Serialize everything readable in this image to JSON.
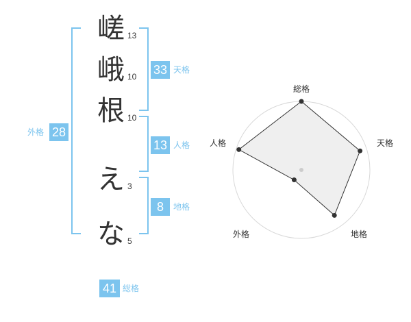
{
  "name": {
    "chars": [
      {
        "char": "嵯",
        "strokes": "13"
      },
      {
        "char": "峨",
        "strokes": "10"
      },
      {
        "char": "根",
        "strokes": "10"
      },
      {
        "char": "え",
        "strokes": "3"
      },
      {
        "char": "な",
        "strokes": "5"
      }
    ]
  },
  "kaku": {
    "tenkaku": {
      "value": "33",
      "label": "天格"
    },
    "jinkaku": {
      "value": "13",
      "label": "人格"
    },
    "chikaku": {
      "value": "8",
      "label": "地格"
    },
    "gaikaku": {
      "value": "28",
      "label": "外格"
    },
    "soukaku": {
      "value": "41",
      "label": "総格"
    }
  },
  "colors": {
    "accent": "#7cc4ee",
    "text": "#333333",
    "radar_fill": "#efefef",
    "ring": "#d8d8d8"
  },
  "chart_data": {
    "type": "radar",
    "axes": [
      "総格",
      "天格",
      "地格",
      "外格",
      "人格"
    ],
    "values": [
      5,
      4.5,
      4.1,
      0.9,
      4.8
    ],
    "max": 5,
    "rings": 5
  }
}
